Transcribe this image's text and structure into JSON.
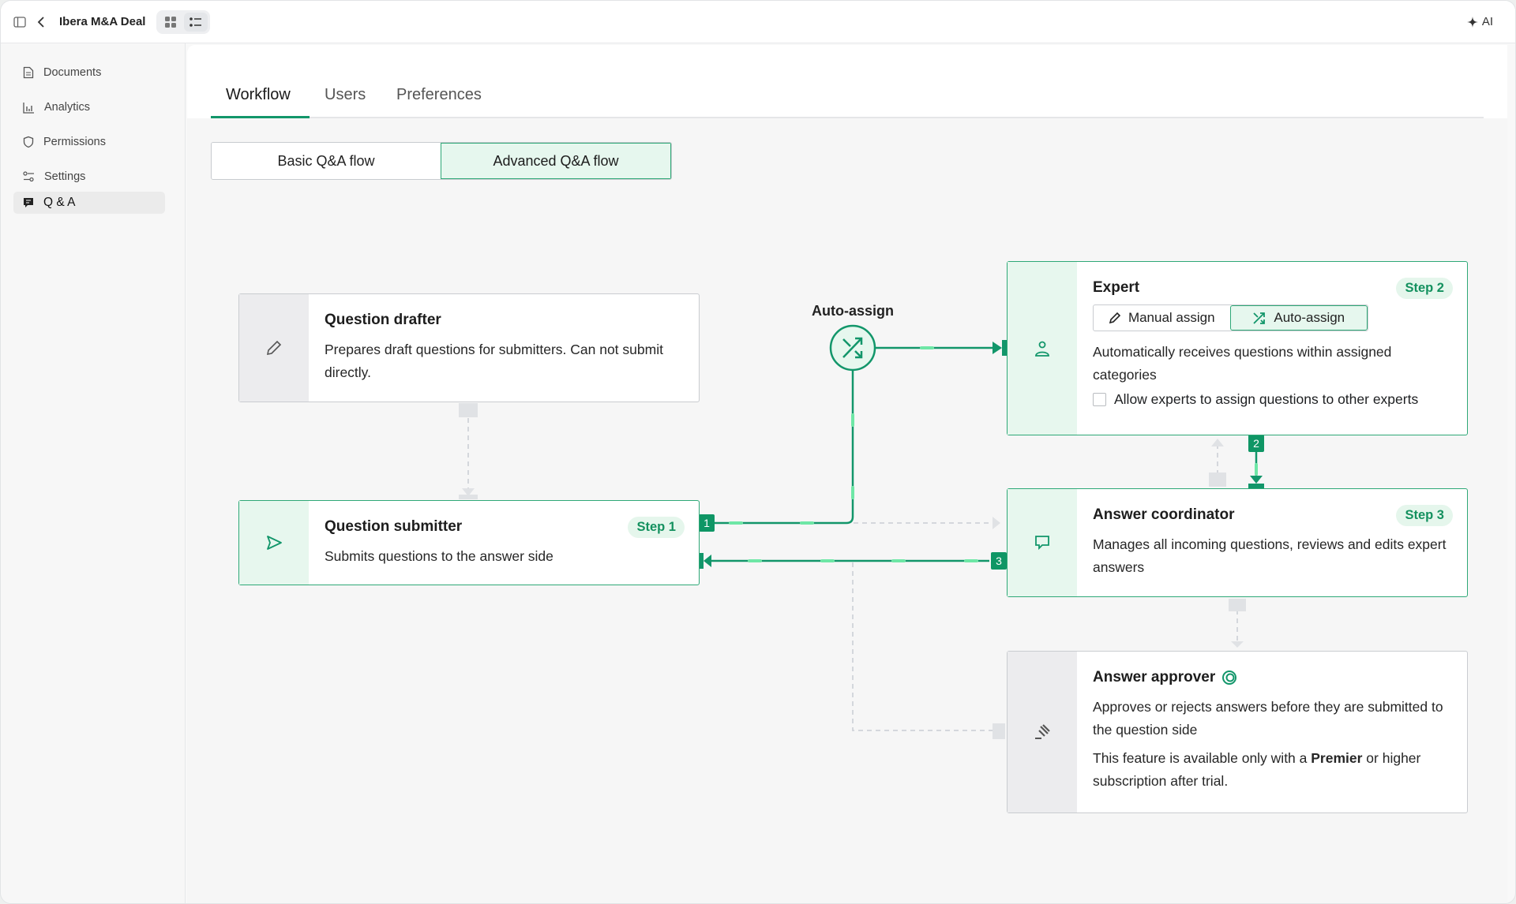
{
  "app": {
    "title": "Ibera M&A Deal",
    "ai_label": "AI"
  },
  "sidebar": {
    "items": [
      {
        "label": "Documents",
        "icon": "document-icon"
      },
      {
        "label": "Analytics",
        "icon": "bar-chart-icon"
      },
      {
        "label": "Permissions",
        "icon": "shield-icon"
      },
      {
        "label": "Settings",
        "icon": "sliders-icon"
      },
      {
        "label": "Q & A",
        "icon": "chat-icon",
        "active": true
      }
    ]
  },
  "tabs": [
    {
      "label": "Workflow",
      "active": true
    },
    {
      "label": "Users"
    },
    {
      "label": "Preferences"
    }
  ],
  "flow_toggle": {
    "options": [
      "Basic Q&A flow",
      "Advanced Q&A flow"
    ],
    "selected": "Advanced Q&A flow"
  },
  "nodes": {
    "drafter": {
      "title": "Question drafter",
      "desc": "Prepares draft questions for submitters. Can not submit directly."
    },
    "submitter": {
      "title": "Question submitter",
      "desc": "Submits questions to the answer side",
      "step": "Step 1"
    },
    "expert": {
      "title": "Expert",
      "step": "Step 2",
      "manual": "Manual assign",
      "auto": "Auto-assign",
      "selected": "Auto-assign",
      "desc": "Automatically receives questions within assigned categories",
      "checkbox": "Allow experts to assign questions to other experts",
      "checked": false
    },
    "coordinator": {
      "title": "Answer coordinator",
      "step": "Step 3",
      "desc": "Manages all incoming questions, reviews and edits expert answers"
    },
    "approver": {
      "title": "Answer approver",
      "desc": "Approves or rejects answers before they are submitted to the question side",
      "note_pre": "This feature is available only with a ",
      "note_bold": "Premier",
      "note_post": " or higher subscription after trial."
    }
  },
  "router": {
    "label": "Auto-assign"
  },
  "connector_badges": [
    "1",
    "2",
    "3"
  ],
  "colors": {
    "accent": "#12966a",
    "accent_light": "#e6f7ee",
    "dash_highlight": "#6ee7a6",
    "inactive": "#d6d9de"
  }
}
